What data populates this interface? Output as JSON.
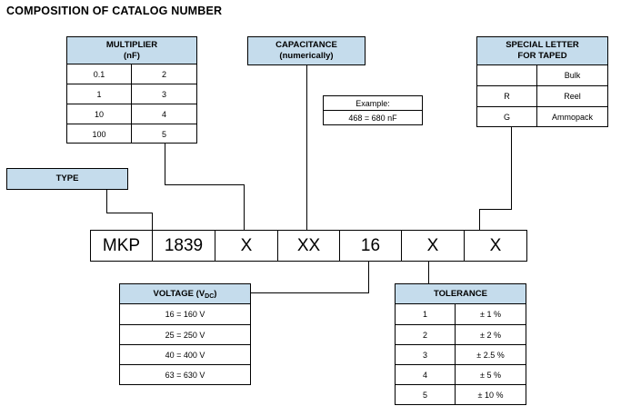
{
  "title": "COMPOSITION OF CATALOG NUMBER",
  "colors": {
    "header_blue": "#c5dcec",
    "line": "#000000",
    "background": "#ffffff"
  },
  "multiplier": {
    "header_line1": "MULTIPLIER",
    "header_line2": "(nF)",
    "rows": [
      {
        "value": "0.1",
        "code": "2"
      },
      {
        "value": "1",
        "code": "3"
      },
      {
        "value": "10",
        "code": "4"
      },
      {
        "value": "100",
        "code": "5"
      }
    ]
  },
  "capacitance": {
    "header_line1": "CAPACITANCE",
    "header_line2": "(numerically)",
    "example": {
      "label": "Example:",
      "value": "468 = 680 nF"
    }
  },
  "special_letter": {
    "header_line1": "SPECIAL LETTER",
    "header_line2": "FOR TAPED",
    "rows": [
      {
        "code": "",
        "meaning": "Bulk"
      },
      {
        "code": "R",
        "meaning": "Reel"
      },
      {
        "code": "G",
        "meaning": "Ammopack"
      }
    ]
  },
  "type": {
    "label": "TYPE"
  },
  "catalog_row": {
    "segments": [
      {
        "text": "MKP",
        "width": 68
      },
      {
        "text": "1839",
        "width": 69
      },
      {
        "text": "X",
        "width": 69
      },
      {
        "text": "XX",
        "width": 68
      },
      {
        "text": "16",
        "width": 68
      },
      {
        "text": "X",
        "width": 69
      },
      {
        "text": "X",
        "width": 68
      }
    ]
  },
  "voltage": {
    "header_prefix": "VOLTAGE (V",
    "header_sub": "DC",
    "header_suffix": ")",
    "rows": [
      {
        "text": "16 = 160 V"
      },
      {
        "text": "25 = 250 V"
      },
      {
        "text": "40 = 400 V"
      },
      {
        "text": "63 = 630 V"
      }
    ]
  },
  "tolerance": {
    "header": "TOLERANCE",
    "rows": [
      {
        "code": "1",
        "value": "± 1 %"
      },
      {
        "code": "2",
        "value": "± 2 %"
      },
      {
        "code": "3",
        "value": "± 2.5 %"
      },
      {
        "code": "4",
        "value": "± 5 %"
      },
      {
        "code": "5",
        "value": "± 10 %"
      }
    ]
  }
}
